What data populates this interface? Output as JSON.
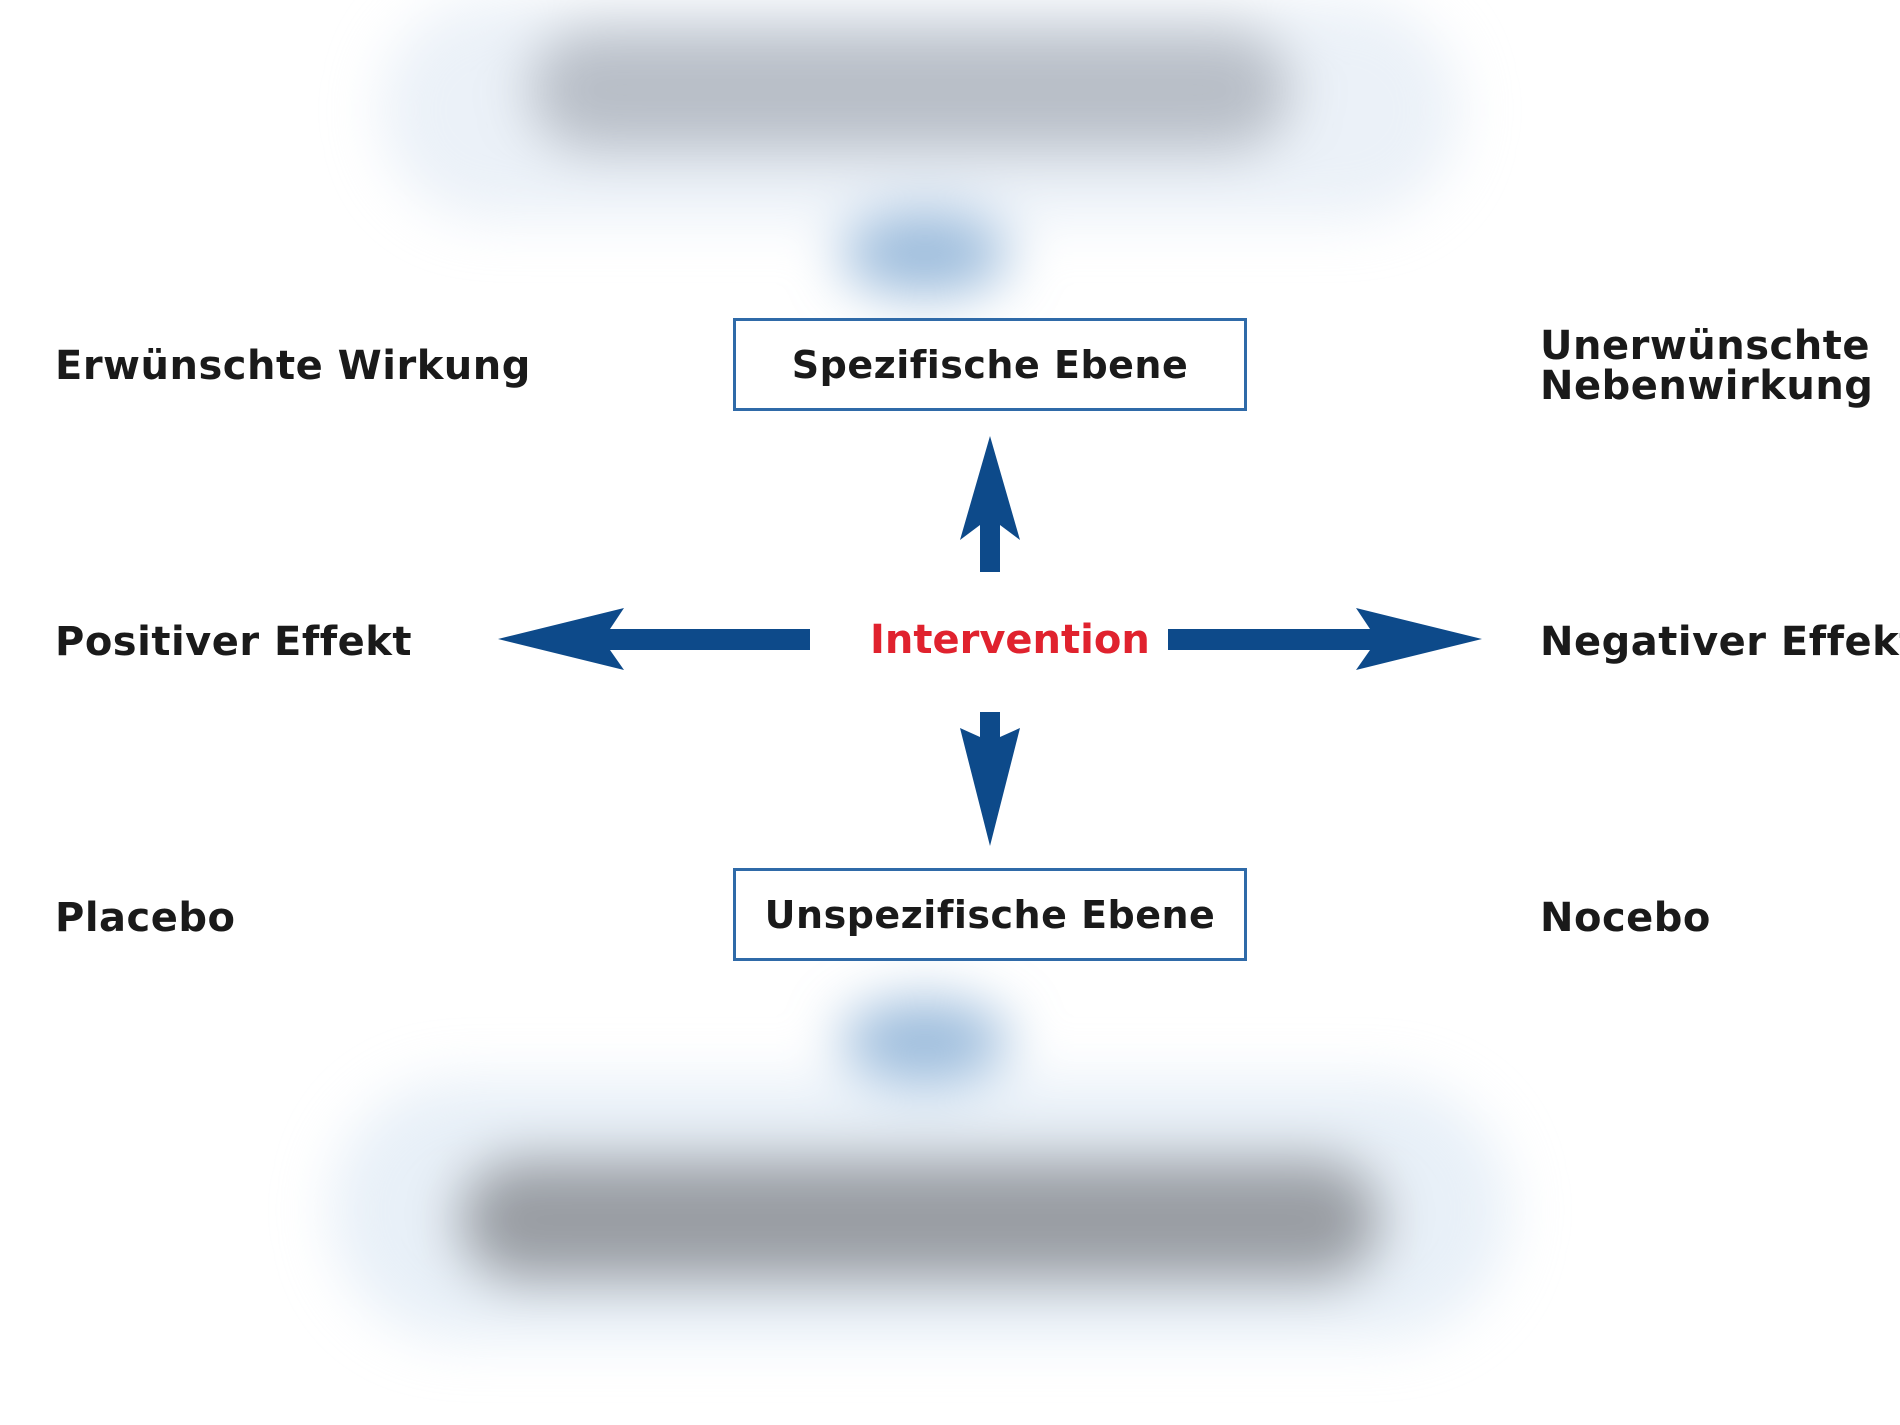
{
  "colors": {
    "arrow": "#0d4a8a",
    "box_border": "#2f6aa8",
    "center_text": "#e0222e",
    "text": "#1a1a1a"
  },
  "diagram": {
    "top_box": "Spezifische Ebene",
    "bottom_box": "Unspezifische Ebene",
    "center": "Intervention",
    "left_labels": {
      "top": "Erwünschte Wirkung",
      "middle": "Positiver Effekt",
      "bottom": "Placebo"
    },
    "right_labels": {
      "top_line1": "Unerwünschte",
      "top_line2": "Nebenwirkung",
      "middle": "Negativer Effekt",
      "bottom": "Nocebo"
    }
  }
}
